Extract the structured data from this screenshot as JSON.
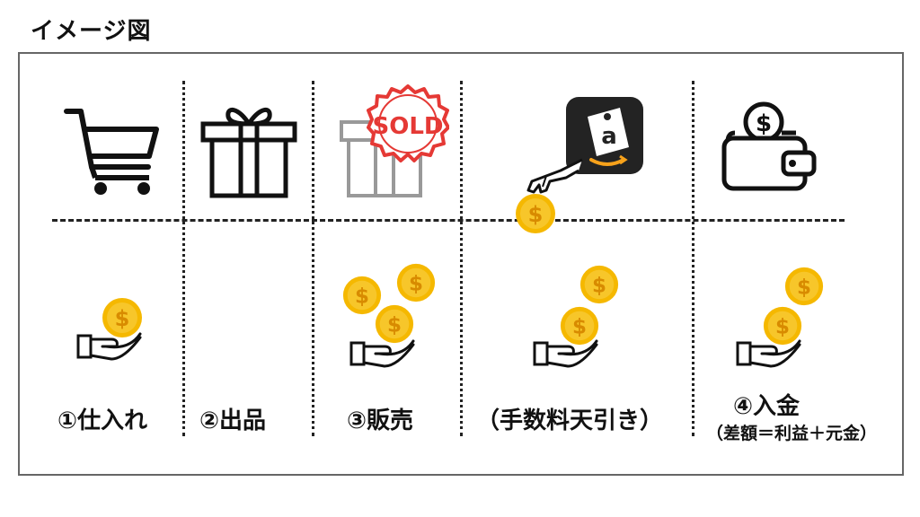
{
  "title": "イメージ図",
  "steps": [
    {
      "label": "①仕入れ"
    },
    {
      "label": "②出品"
    },
    {
      "label": "③販売"
    },
    {
      "label": "（手数料天引き）"
    },
    {
      "label": "④入金",
      "sublabel": "（差額＝利益＋元金）"
    }
  ],
  "sold_badge": "SOLD",
  "app_badge_letter": "a",
  "coin_symbol": "$",
  "colors": {
    "coin": "#f5b800",
    "coin_edge": "#e6a100",
    "sold_red": "#e53935",
    "app_bg": "#232323",
    "amazon_orange": "#f7a21b"
  }
}
